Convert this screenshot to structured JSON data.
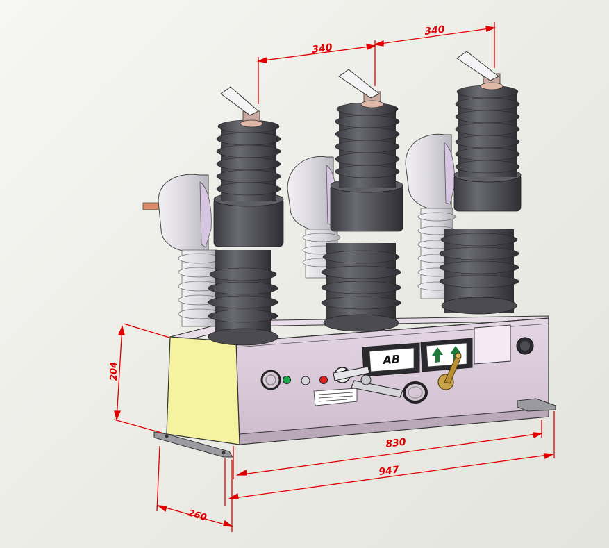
{
  "dimensions": {
    "top_left": "340",
    "top_right": "340",
    "height": "204",
    "inner_width": "830",
    "overall_width": "947",
    "depth": "260"
  },
  "panel": {
    "phase_label": "AB"
  },
  "colors": {
    "dimension_line": "#e00000",
    "insulator": "#505056",
    "housing": "#d8c8d8",
    "ct_body": "#d9c9e4",
    "side_panel": "#f5f3a0"
  }
}
